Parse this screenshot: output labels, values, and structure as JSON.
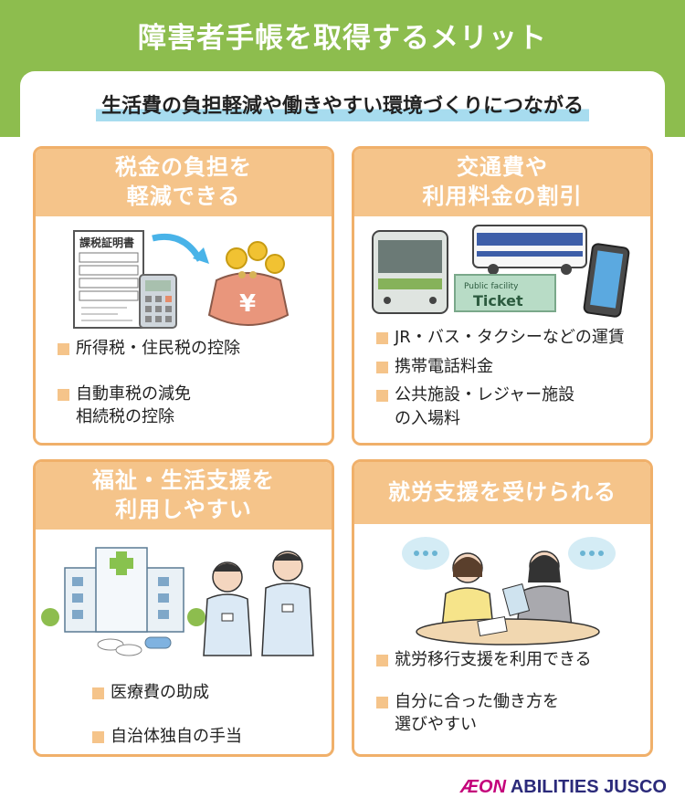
{
  "title": "障害者手帳を取得するメリット",
  "subtitle": "生活費の負担軽減や働きやすい環境づくりにつながる",
  "cards": [
    {
      "heading": [
        "税金の負担を",
        "軽減できる"
      ],
      "doc_label": "課税証明書",
      "items": [
        [
          "所得税・住民税の控除"
        ],
        [
          "自動車税の減免",
          "相続税の控除"
        ]
      ]
    },
    {
      "heading": [
        "交通費や",
        "利用料金の割引"
      ],
      "ticket_label": "Public facility",
      "ticket_text": "Ticket",
      "items": [
        [
          "JR・バス・タクシーなどの運賃"
        ],
        [
          "携帯電話料金"
        ],
        [
          "公共施設・レジャー施設",
          "の入場料"
        ]
      ]
    },
    {
      "heading": [
        "福祉・生活支援を",
        "利用しやすい"
      ],
      "items": [
        [
          "医療費の助成"
        ],
        [
          "自治体独自の手当"
        ]
      ]
    },
    {
      "heading": [
        "就労支援を受けられる"
      ],
      "items": [
        [
          "就労移行支援を利用できる"
        ],
        [
          "自分に合った働き方を",
          "選びやすい"
        ]
      ]
    }
  ],
  "brand": {
    "aeon": "ÆON",
    "rest": "ABILITIES JUSCO"
  },
  "colors": {
    "green": "#8dbd4e",
    "orange": "#f0b06a",
    "orange_light": "#f5c48a",
    "highlight": "#a7dcef"
  }
}
